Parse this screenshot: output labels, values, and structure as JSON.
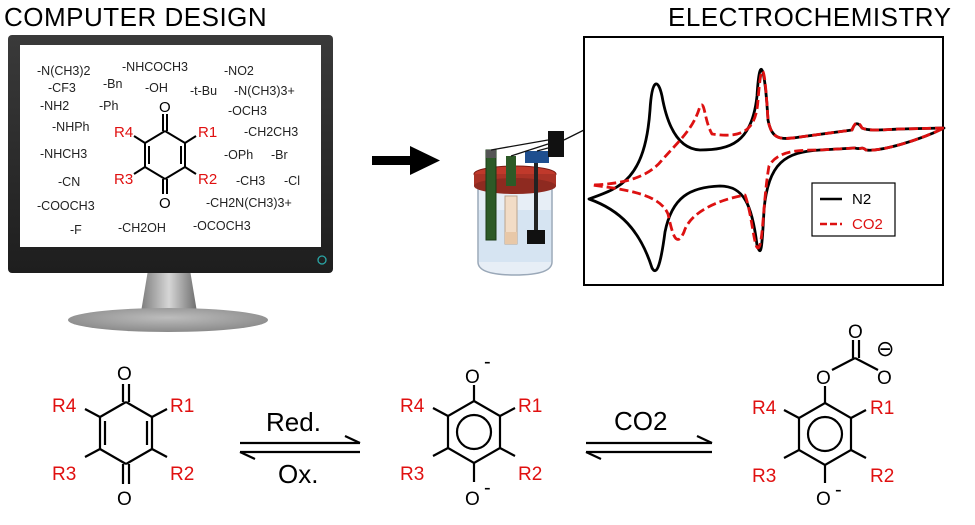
{
  "headings": {
    "left": "COMPUTER DESIGN",
    "right": "ELECTROCHEMISTRY"
  },
  "substituents": [
    "-N(CH3)2",
    "-NHCOCH3",
    "-NO2",
    "-CF3",
    "-Bn",
    "-OH",
    "-t-Bu",
    "-N(CH3)3+",
    "-NH2",
    "-Ph",
    "-OCH3",
    "-NHPh",
    "-CH2CH3",
    "-NHCH3",
    "-OPh",
    "-Br",
    "-CN",
    "-CH3",
    "-Cl",
    "-CH2N(CH3)3+",
    "-COOCH3",
    "-F",
    "-CH2OH",
    "-OCOCH3"
  ],
  "r_groups": [
    "R1",
    "R2",
    "R3",
    "R4"
  ],
  "atoms": {
    "oxygen": "O",
    "minus": "-",
    "negative_charge": "⊖"
  },
  "legend": {
    "items": [
      {
        "label": "N2",
        "color": "#000000"
      },
      {
        "label": "CO2",
        "color": "#dd1111"
      }
    ]
  },
  "reactions": {
    "reduction_label": "Red.",
    "oxidation_label": "Ox.",
    "co2_label": "CO2"
  },
  "colors": {
    "r_group": "#e01010",
    "cv_black": "#000000",
    "cv_red": "#dd1111"
  },
  "icons": [
    "desktop-monitor-icon",
    "arrow-right-icon",
    "electrochemical-cell-icon",
    "power-icon"
  ]
}
